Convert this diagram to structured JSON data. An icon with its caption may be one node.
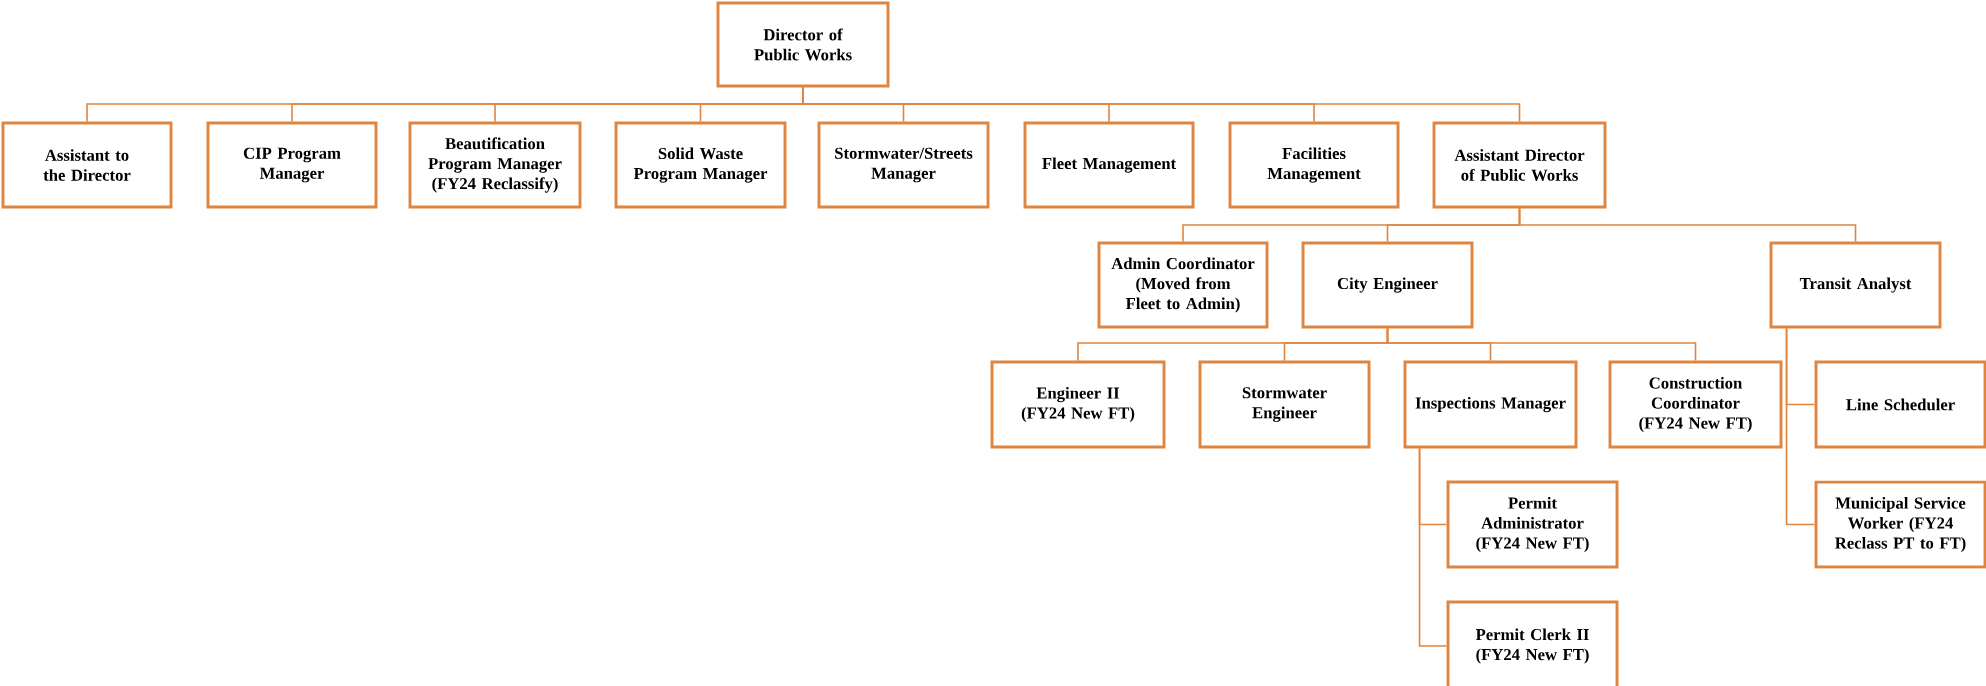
{
  "diagram": {
    "nodes": [
      {
        "text": [
          "Director of Public Works"
        ]
      },
      {
        "text": [
          "Assistant to the Director"
        ]
      },
      {
        "text": [
          "CIP Program Manager"
        ]
      },
      {
        "text": [
          "Beautification Program Manager (FY24 Reclassify)"
        ]
      },
      {
        "text": [
          "Solid Waste Program Manager"
        ]
      },
      {
        "text": [
          "Stormwater/Streets Manager"
        ]
      },
      {
        "text": [
          "Fleet Management"
        ]
      },
      {
        "text": [
          "Facilities Management"
        ]
      },
      {
        "text": [
          "Assistant Director of Public Works"
        ]
      },
      {
        "text": [
          "Admin Coordinator (Moved from Fleet to Admin)"
        ]
      },
      {
        "text": [
          "City Engineer"
        ]
      },
      {
        "text": [
          "Transit Analyst"
        ]
      },
      {
        "text": [
          "Engineer II (FY24 New FT)"
        ]
      },
      {
        "text": [
          "Stormwater Engineer"
        ]
      },
      {
        "text": [
          "Inspections Manager"
        ]
      },
      {
        "text": [
          "Construction Coordinator (FY24 New FT)"
        ]
      },
      {
        "text": [
          "Permit Administrator (FY24 New FT)"
        ]
      },
      {
        "text": [
          "Permit Clerk II (FY24 New FT)"
        ]
      },
      {
        "text": [
          "Line Scheduler"
        ]
      },
      {
        "text": [
          "Municipal Service Worker (FY24 Reclass PT to FT)"
        ]
      }
    ],
    "edges": [
      {
        "from": 0,
        "to": 1,
        "arrow": "none"
      },
      {
        "from": 0,
        "to": 2,
        "arrow": "none"
      },
      {
        "from": 0,
        "to": 3,
        "arrow": "none"
      },
      {
        "from": 0,
        "to": 4,
        "arrow": "none"
      },
      {
        "from": 0,
        "to": 5,
        "arrow": "none"
      },
      {
        "from": 0,
        "to": 6,
        "arrow": "none"
      },
      {
        "from": 0,
        "to": 7,
        "arrow": "none"
      },
      {
        "from": 0,
        "to": 8,
        "arrow": "none"
      },
      {
        "from": 8,
        "to": 9,
        "arrow": "none"
      },
      {
        "from": 8,
        "to": 10,
        "arrow": "none"
      },
      {
        "from": 8,
        "to": 11,
        "arrow": "none"
      },
      {
        "from": 10,
        "to": 12,
        "arrow": "none"
      },
      {
        "from": 10,
        "to": 13,
        "arrow": "none"
      },
      {
        "from": 10,
        "to": 14,
        "arrow": "none"
      },
      {
        "from": 10,
        "to": 15,
        "arrow": "none"
      },
      {
        "from": 14,
        "to": 16,
        "arrow": "none"
      },
      {
        "from": 14,
        "to": 17,
        "arrow": "none"
      },
      {
        "from": 11,
        "to": 18,
        "arrow": "none"
      },
      {
        "from": 11,
        "to": 19,
        "arrow": "none"
      }
    ]
  }
}
